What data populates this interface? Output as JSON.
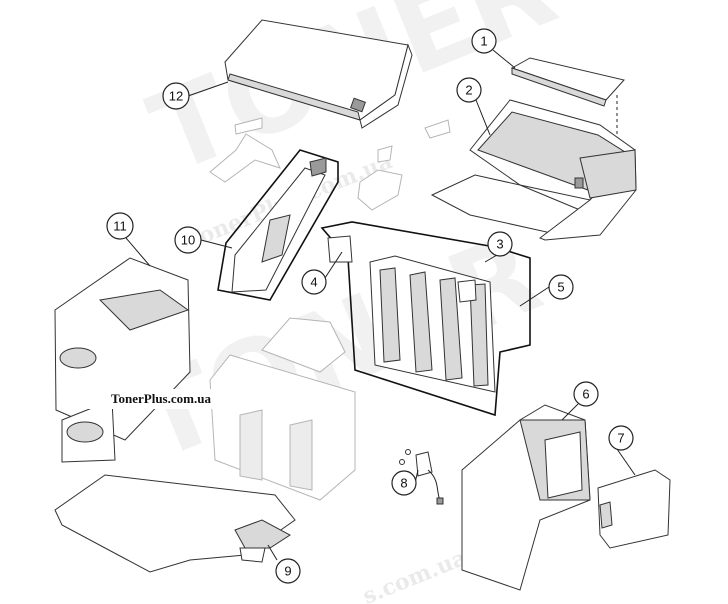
{
  "watermark": {
    "brand_large": "TONER",
    "domain_text": "TonerPlus.com.ua",
    "domain_fragment": "s.com.ua"
  },
  "label": {
    "site": "TonerPlus.com.ua"
  },
  "callouts": [
    {
      "id": "1",
      "label": "1"
    },
    {
      "id": "2",
      "label": "2"
    },
    {
      "id": "3",
      "label": "3"
    },
    {
      "id": "4",
      "label": "4"
    },
    {
      "id": "5",
      "label": "5"
    },
    {
      "id": "6",
      "label": "6"
    },
    {
      "id": "7",
      "label": "7"
    },
    {
      "id": "8",
      "label": "8"
    },
    {
      "id": "9",
      "label": "9"
    },
    {
      "id": "10",
      "label": "10"
    },
    {
      "id": "11",
      "label": "11"
    },
    {
      "id": "12",
      "label": "12"
    }
  ]
}
